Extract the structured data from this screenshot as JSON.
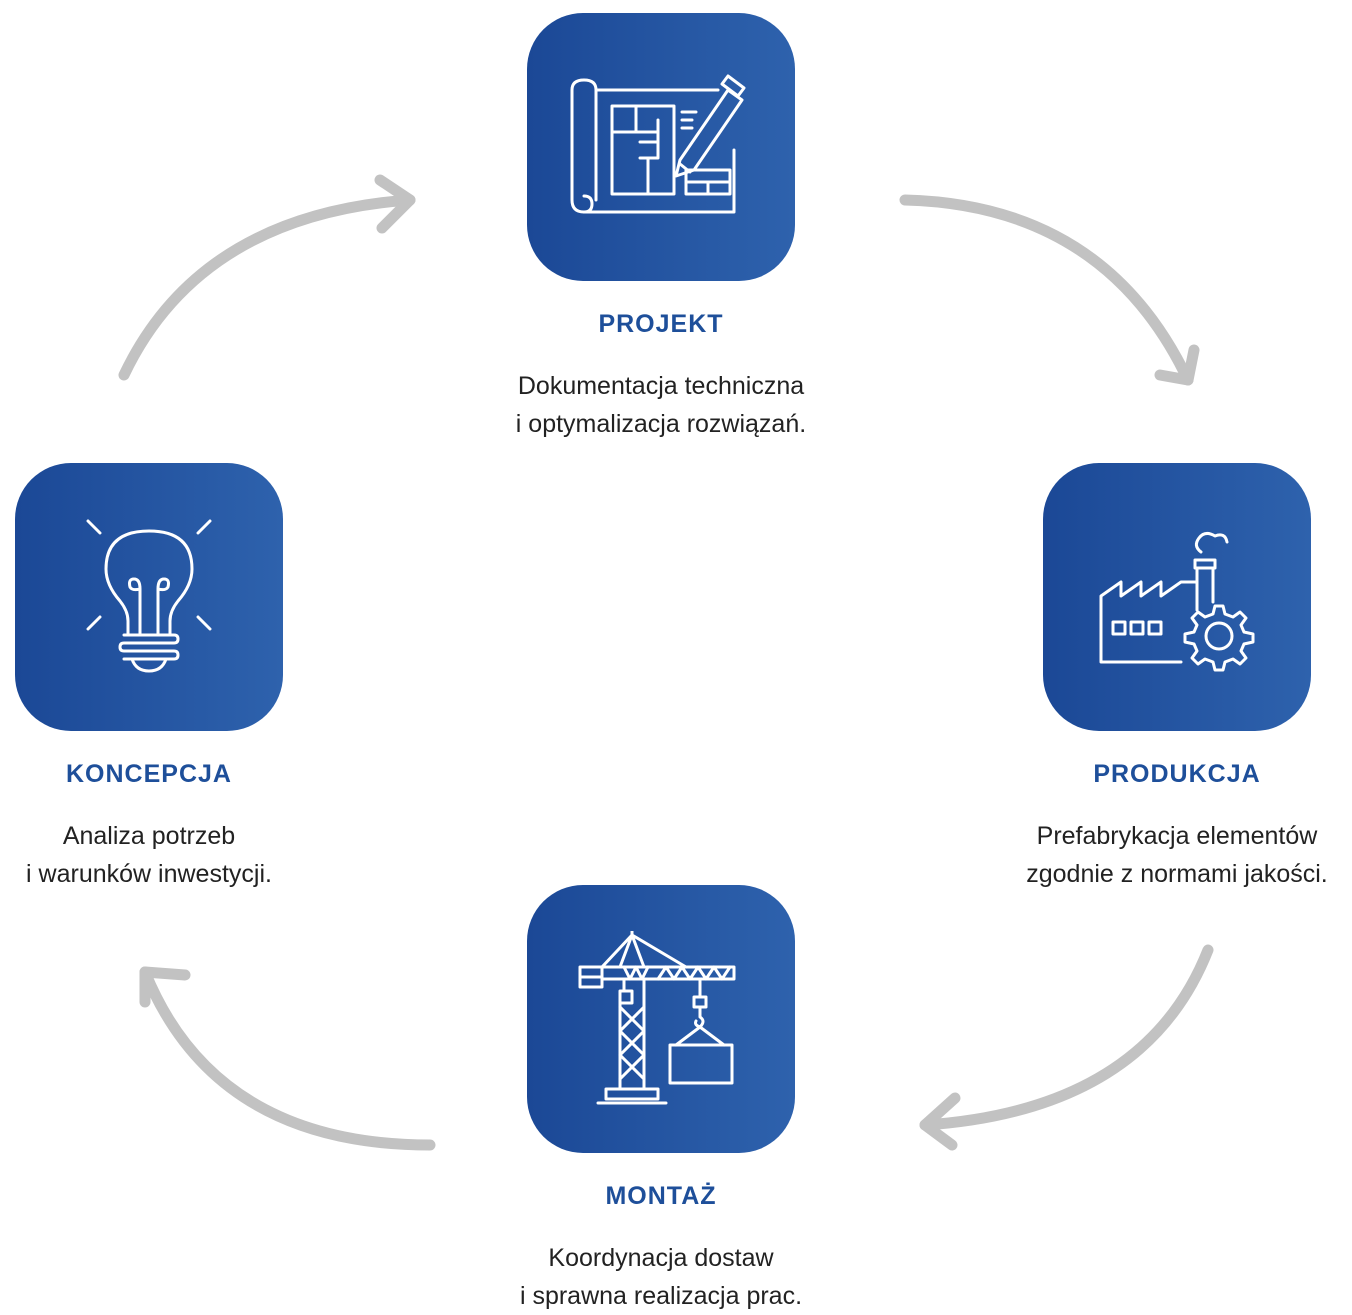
{
  "colors": {
    "accent": "#1e4f9a",
    "tile_gradient_start": "#1b4896",
    "tile_gradient_end": "#2e62ad",
    "arrow": "#c2c2c2"
  },
  "steps": [
    {
      "id": "projekt",
      "icon": "blueprint-pencil-icon",
      "title": "PROJEKT",
      "desc_line1": "Dokumentacja techniczna",
      "desc_line2": "i optymalizacja rozwiązań."
    },
    {
      "id": "produkcja",
      "icon": "factory-gear-icon",
      "title": "PRODUKCJA",
      "desc_line1": "Prefabrykacja elementów",
      "desc_line2": "zgodnie z normami jakości."
    },
    {
      "id": "montaz",
      "icon": "tower-crane-icon",
      "title": "MONTAŻ",
      "desc_line1": "Koordynacja dostaw",
      "desc_line2": "i sprawna realizacja prac."
    },
    {
      "id": "koncepcja",
      "icon": "light-bulb-icon",
      "title": "KONCEPCJA",
      "desc_line1": "Analiza potrzeb",
      "desc_line2": "i warunków inwestycji."
    }
  ]
}
